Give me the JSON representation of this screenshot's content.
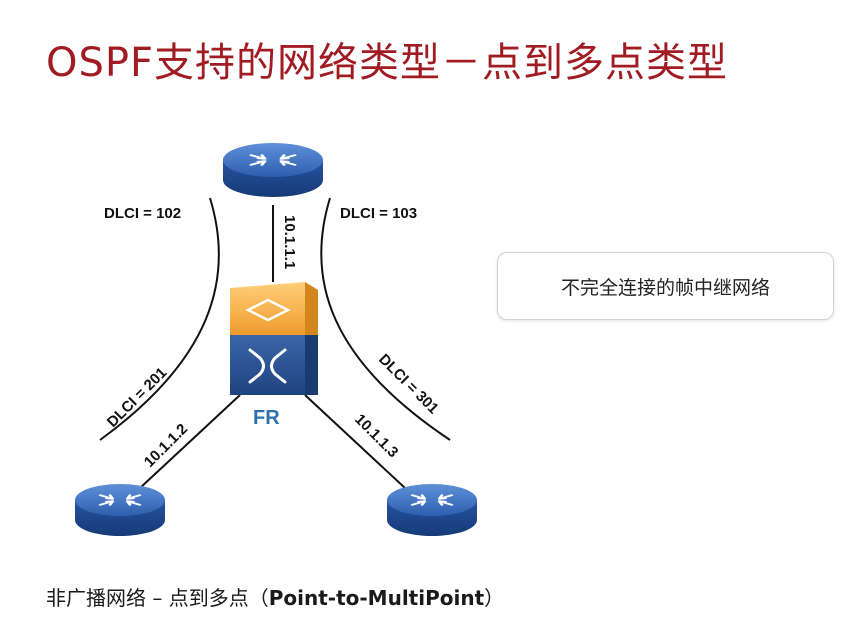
{
  "title": "OSPF支持的网络类型－点到多点类型",
  "note": "不完全连接的帧中继网络",
  "caption": {
    "prefix": "非广播网络 – 点到多点（",
    "bold": "Point-to-MultiPoint",
    "suffix": "）"
  },
  "labels": {
    "dlci_102": "DLCI = 102",
    "dlci_103": "DLCI = 103",
    "dlci_201": "DLCI = 201",
    "dlci_301": "DLCI = 301",
    "ip_top": "10.1.1.1",
    "ip_left": "10.1.1.2",
    "ip_right": "10.1.1.3",
    "fr": "FR"
  },
  "colors": {
    "title": "#a01c22",
    "router": "#2a5aa8",
    "switch_top": "#f2a43a",
    "switch_bottom": "#2e5796",
    "fr_label": "#2e6fb0"
  }
}
